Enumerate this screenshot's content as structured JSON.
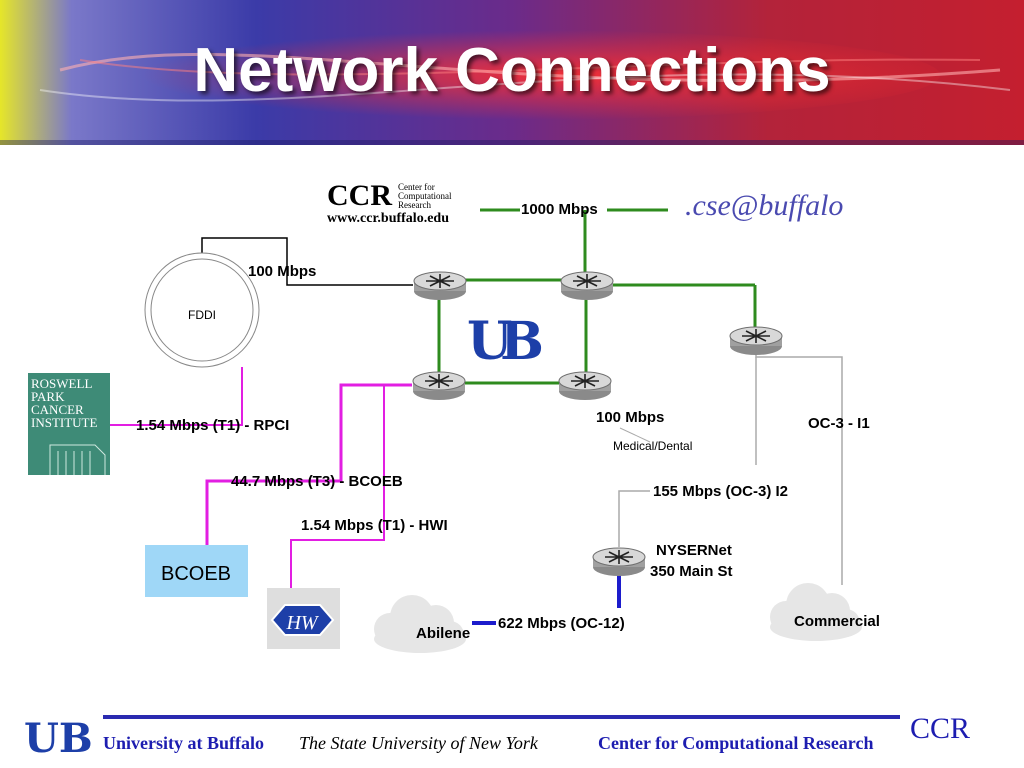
{
  "title": "Network Connections",
  "ccr_logo": {
    "mark": "CCR",
    "line1": "Center for",
    "line2": "Computational",
    "line3": "Research",
    "url": "www.ccr.buffalo.edu"
  },
  "cse_logo": ".cse@buffalo",
  "rpci_logo": [
    "ROSWELL",
    "PARK",
    "CANCER",
    "INSTITUTE"
  ],
  "hw_logo": "HW",
  "fddi_label": "FDDI",
  "links": {
    "ccr_cse": "1000 Mbps",
    "fddi": "100 Mbps",
    "rpci": "1.54 Mbps (T1) - RPCI",
    "bcoeb": "44.7 Mbps (T3) - BCOEB",
    "hwi": "1.54 Mbps (T1) - HWI",
    "medical": "100 Mbps",
    "medical_sub": "Medical/Dental",
    "oc3": "OC-3 - I1",
    "i2": "155 Mbps (OC-3) I2",
    "oc12": "622 Mbps (OC-12)"
  },
  "nodes": {
    "bcoeb": "BCOEB",
    "nysernet_line1": "NYSERNet",
    "nysernet_line2": "350 Main St",
    "abilene": "Abilene",
    "commercial": "Commercial"
  },
  "footer": {
    "university": "University at Buffalo",
    "state": "The State University of  New York",
    "center": "Center for Computational Research",
    "logo": "CCR"
  },
  "colors": {
    "green_link": "#2e8b1e",
    "magenta_link": "#e21ee2",
    "blue_link": "#1c1ccc",
    "footer_text": "#1d1db0"
  }
}
